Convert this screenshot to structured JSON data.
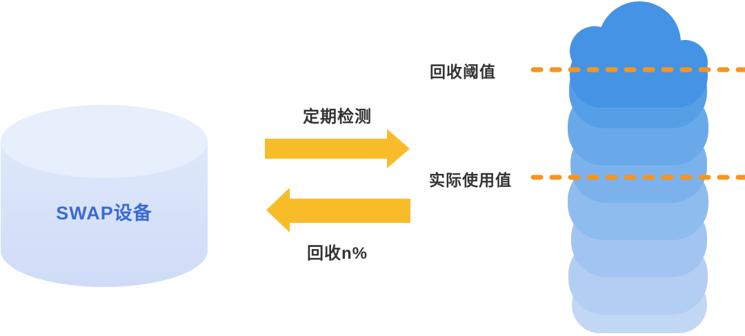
{
  "device": {
    "label": "SWAP设备"
  },
  "flows": {
    "to_stack": {
      "label": "定期检测"
    },
    "to_device": {
      "label": "回收n%"
    }
  },
  "stack": {
    "lines": [
      {
        "label": "回收阈值"
      },
      {
        "label": "实际使用值"
      }
    ],
    "layers": [
      "#4493E4",
      "#569FE7",
      "#69A9EA",
      "#7CB2EC",
      "#8FBCEE",
      "#A1C5F0",
      "#B2CEF2",
      "#C2D7F4"
    ]
  },
  "colors": {
    "arrow": "#F9BC29",
    "dash": "#F7941E",
    "label_text": "#333333",
    "device_text": "#3A6AD5",
    "cylinder_top": "#E7EEFC",
    "cylinder_body_start": "#DFE8FB",
    "cylinder_body_end": "#CFDCF7"
  }
}
